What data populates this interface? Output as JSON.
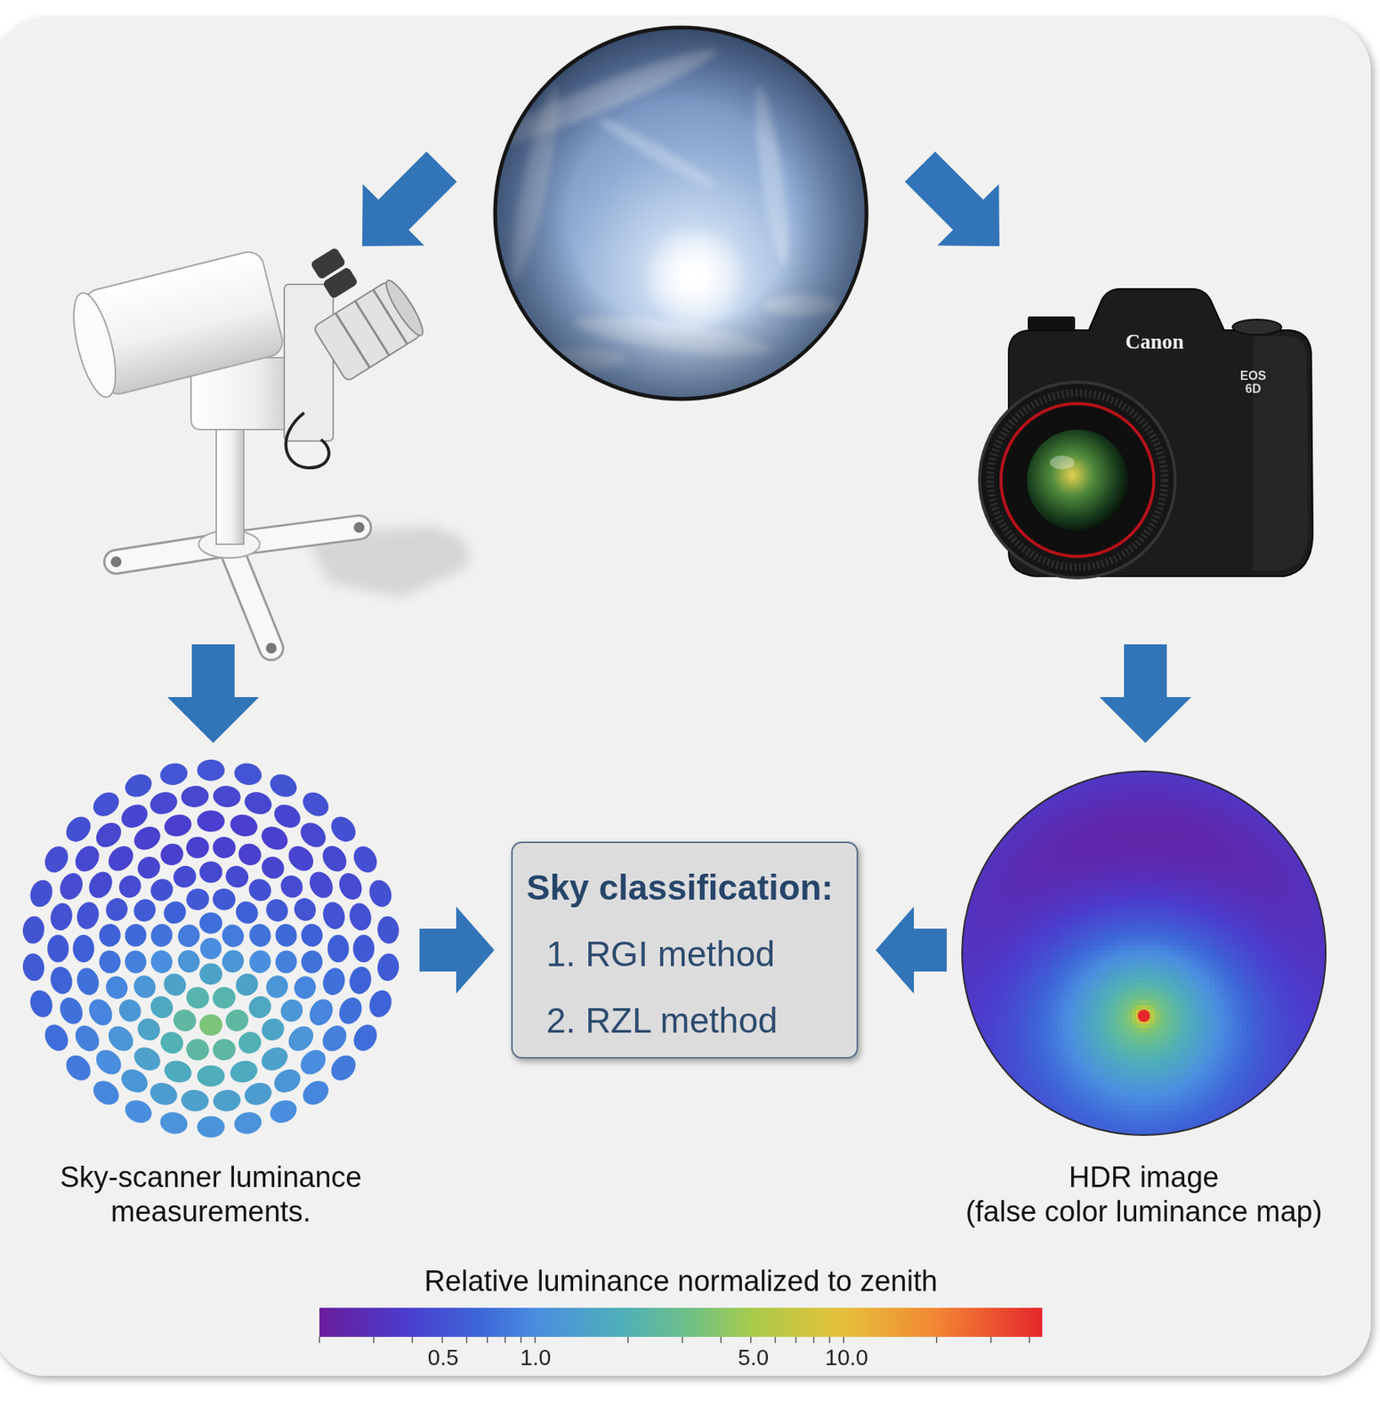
{
  "diagram": {
    "nodes": [
      {
        "text": [
          "Sky-scanner luminance measurements."
        ]
      },
      {
        "text": [
          "Sky classification:",
          "1. RGI method",
          "2. RZL method"
        ]
      },
      {
        "text": [
          "HDR image",
          "(false color luminance map)"
        ]
      }
    ],
    "edges": [
      {
        "from": 0,
        "to": 1,
        "arrow": "to"
      },
      {
        "from": 2,
        "to": 1,
        "arrow": "to"
      }
    ],
    "labels": [
      "Canon",
      "EOS 6D",
      "Relative luminance normalized to zenith",
      "0.5",
      "1.0",
      "5.0",
      "10.0"
    ]
  }
}
